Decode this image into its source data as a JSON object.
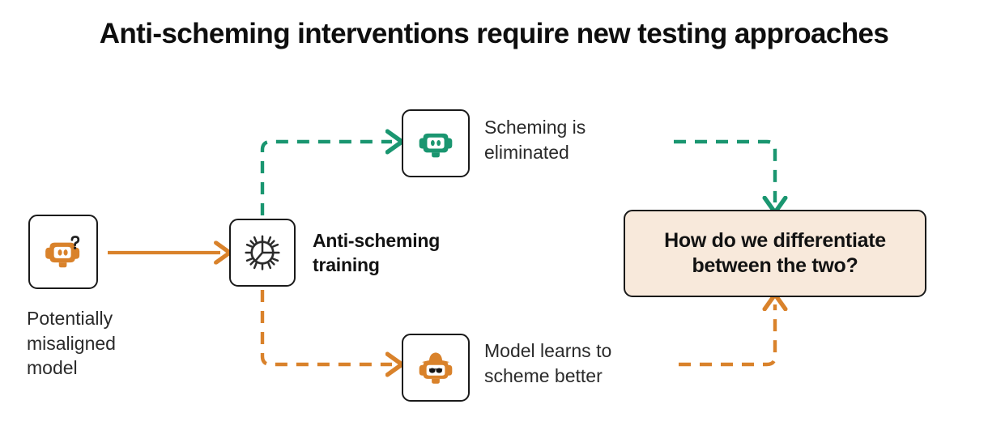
{
  "title": "Anti-scheming interventions require new testing approaches",
  "colors": {
    "orange": "#d9822b",
    "green": "#1a9670",
    "ink": "#1a1a1a",
    "callout_fill": "#f8e9db",
    "background": "#ffffff"
  },
  "nodes": {
    "misaligned": {
      "icon": "robot-question-icon",
      "label": "Potentially\nmisaligned\nmodel"
    },
    "training": {
      "icon": "gear-icon",
      "label": "Anti-scheming\ntraining"
    },
    "eliminated": {
      "icon": "robot-green-icon",
      "label": "Scheming is\neliminated"
    },
    "scheming": {
      "icon": "robot-spy-hat-icon",
      "label": "Model learns to\nscheme better"
    },
    "question": {
      "label": "How do we differentiate\nbetween the two?"
    }
  },
  "edges": [
    {
      "name": "misaligned-to-training",
      "style": "solid",
      "color": "#d9822b"
    },
    {
      "name": "training-to-eliminated",
      "style": "dashed",
      "color": "#1a9670"
    },
    {
      "name": "training-to-scheming",
      "style": "dashed",
      "color": "#d9822b"
    },
    {
      "name": "eliminated-to-question",
      "style": "dashed",
      "color": "#1a9670"
    },
    {
      "name": "scheming-to-question",
      "style": "dashed",
      "color": "#d9822b"
    }
  ]
}
